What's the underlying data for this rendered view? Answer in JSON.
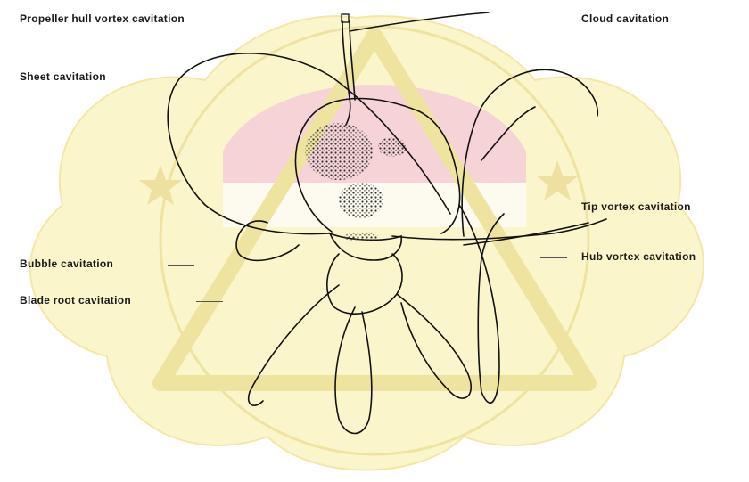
{
  "labels": {
    "propeller_hull_vortex": "Propeller hull vortex cavitation",
    "sheet": "Sheet cavitation",
    "bubble": "Bubble cavitation",
    "blade_root": "Blade root cavitation",
    "cloud": "Cloud cavitation",
    "tip_vortex": "Tip vortex cavitation",
    "hub_vortex": "Hub vortex cavitation"
  },
  "colors": {
    "watermark_yellow": "#fbf5cc",
    "watermark_red": "#f6d3d6",
    "line": "#111111"
  }
}
